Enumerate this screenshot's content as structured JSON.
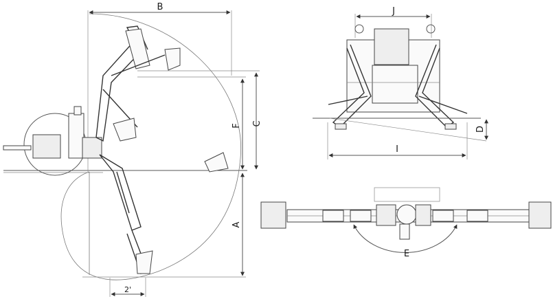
{
  "dimensions": {
    "A": "A",
    "B": "B",
    "C": "C",
    "D": "D",
    "E": "E",
    "F": "F",
    "I": "I",
    "J": "J",
    "width_marker": "2'"
  },
  "colors": {
    "line": "#555555",
    "text": "#1a1a1a",
    "background": "#ffffff"
  },
  "icons": {
    "arrow": "arrowhead",
    "tick": "dimension-tick"
  }
}
